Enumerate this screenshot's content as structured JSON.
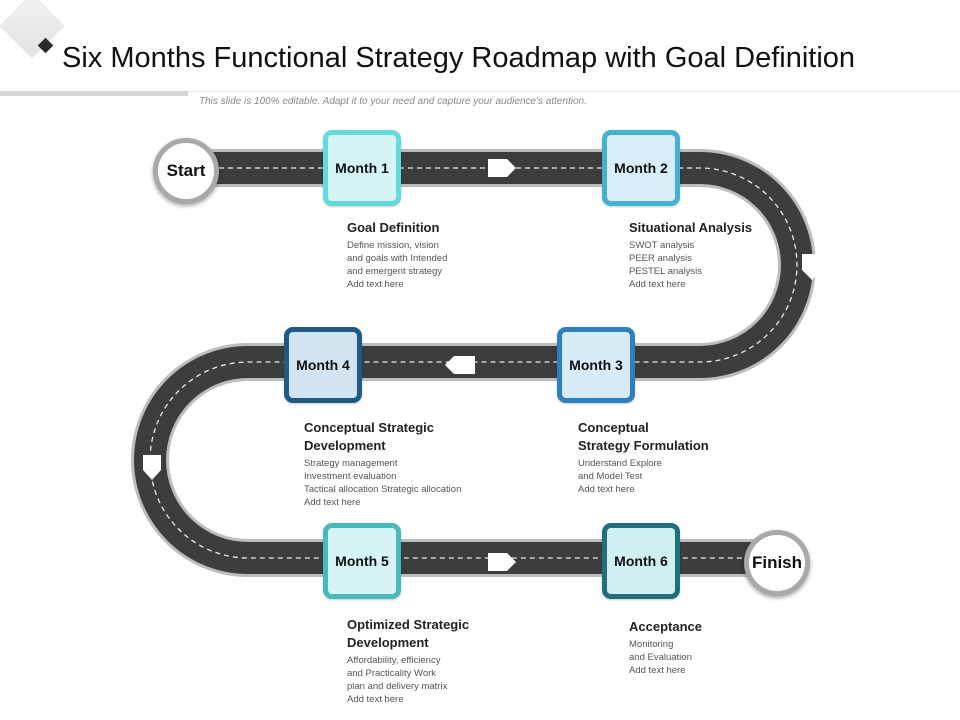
{
  "header": {
    "title": "Six Months Functional Strategy Roadmap with Goal Definition",
    "subtitle": "This slide is 100% editable. Adapt it to your need and capture your audience's attention."
  },
  "road": {
    "start_label": "Start",
    "finish_label": "Finish",
    "colors": {
      "road": "#3d3d3d",
      "dash": "#e8e8e8",
      "arrow": "#ffffff",
      "endpoint_border": "#a9a9a9"
    }
  },
  "steps": [
    {
      "month": "Month 1",
      "heading": "Goal Definition",
      "lines": [
        "Define mission, vision",
        "and goals with Intended",
        "and emergent strategy",
        "Add text here"
      ]
    },
    {
      "month": "Month 2",
      "heading": "Situational Analysis",
      "lines": [
        "SWOT analysis",
        "PEER  analysis",
        "PESTEL  analysis",
        "Add text here"
      ]
    },
    {
      "month": "Month 3",
      "heading": "Conceptual\nStrategy Formulation",
      "lines": [
        "Understand Explore",
        "and Model Test",
        "Add text here"
      ]
    },
    {
      "month": "Month 4",
      "heading": "Conceptual Strategic\nDevelopment",
      "lines": [
        "Strategy management",
        "Investment evaluation",
        "Tactical allocation Strategic allocation",
        "Add text here"
      ]
    },
    {
      "month": "Month 5",
      "heading": "Optimized Strategic\nDevelopment",
      "lines": [
        "Affordability, efficiency",
        "and Practicality Work",
        "plan and delivery matrix",
        "Add text here"
      ]
    },
    {
      "month": "Month 6",
      "heading": "Acceptance",
      "lines": [
        "Monitoring",
        "and Evaluation",
        "Add text here"
      ]
    }
  ]
}
